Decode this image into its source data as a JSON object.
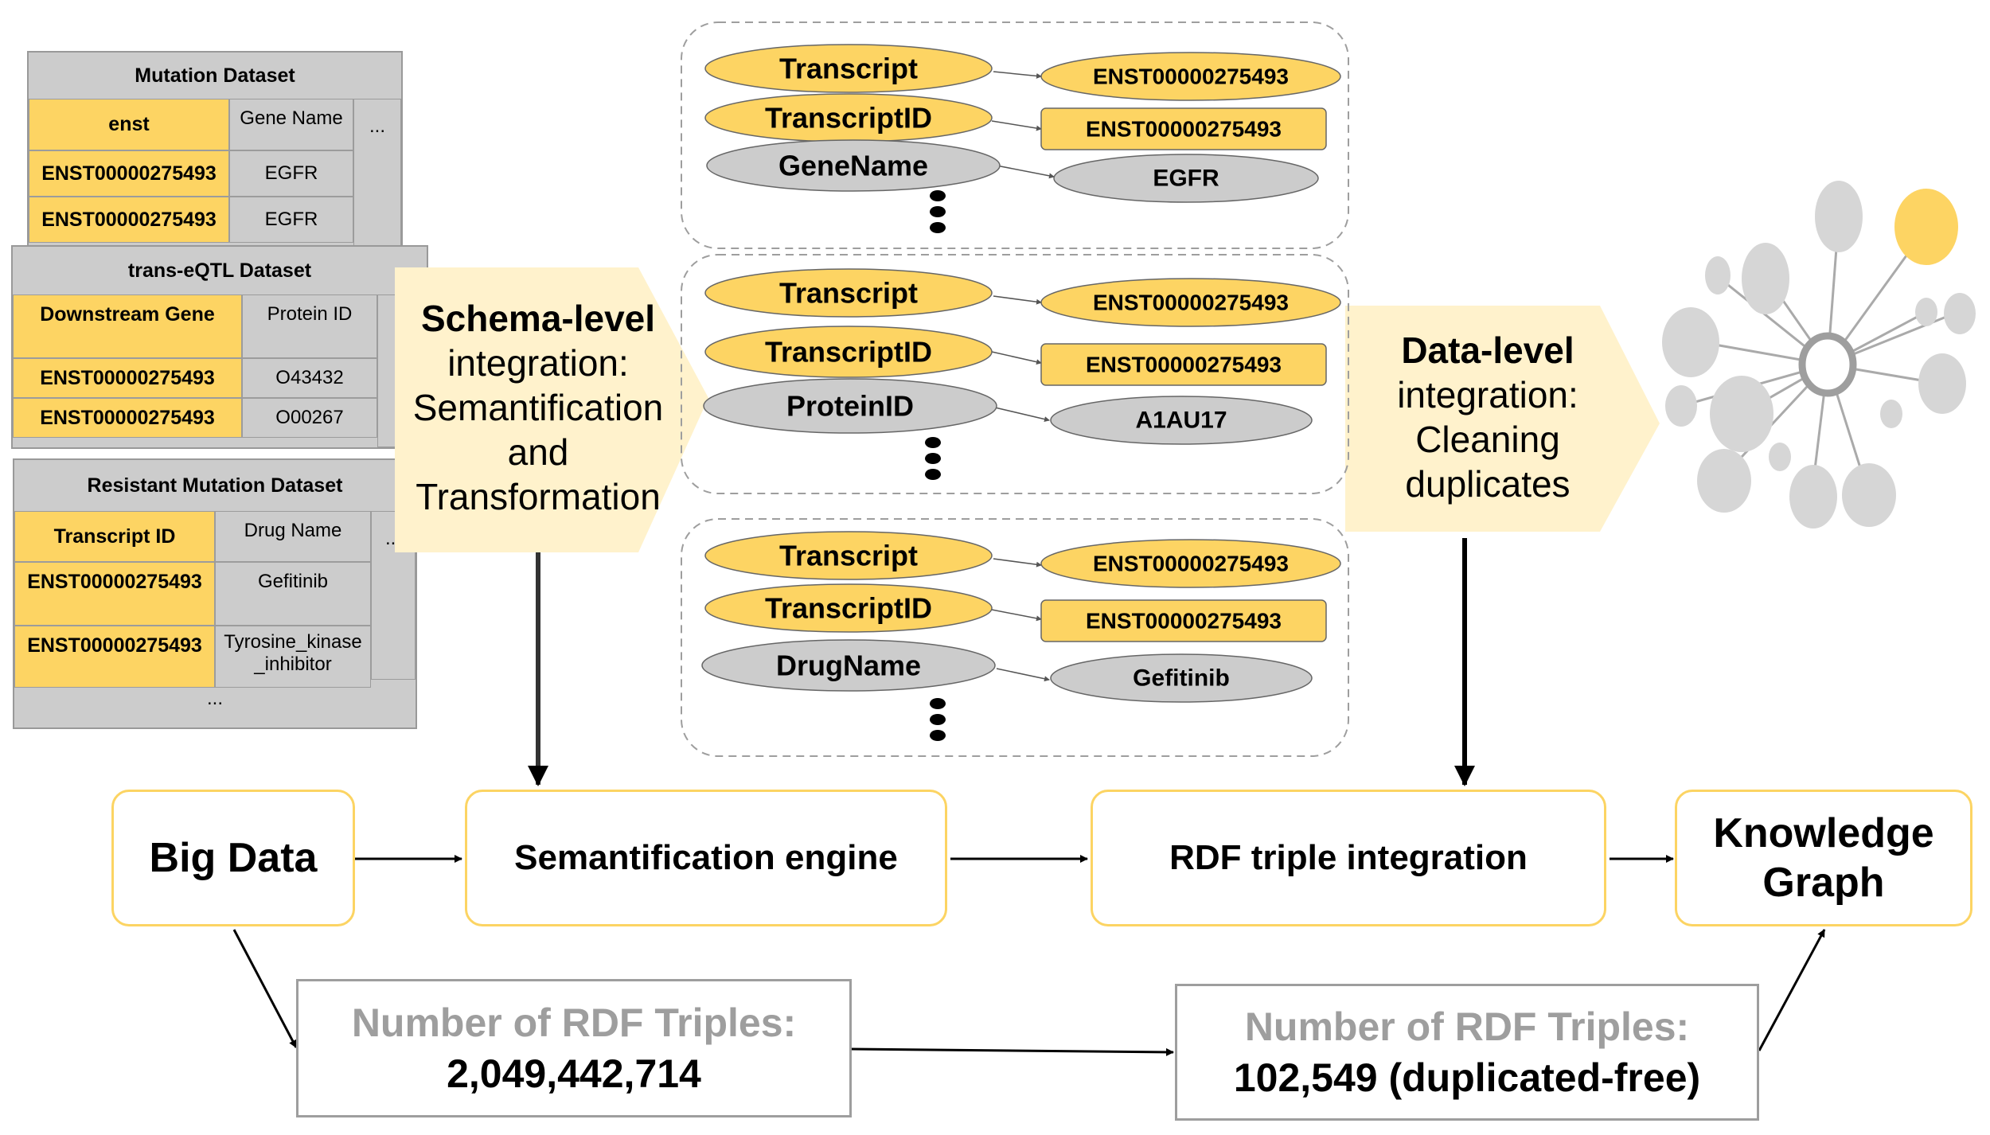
{
  "datasets": {
    "mutation": {
      "title": "Mutation Dataset",
      "headers": [
        "enst",
        "Gene Name"
      ],
      "rows": [
        [
          "ENST00000275493",
          "EGFR"
        ],
        [
          "ENST00000275493",
          "EGFR"
        ]
      ],
      "more": "..."
    },
    "eqtl": {
      "title": "trans-eQTL Dataset",
      "headers": [
        "Downstream Gene",
        "Protein  ID"
      ],
      "rows": [
        [
          "ENST00000275493",
          "O43432"
        ],
        [
          "ENST00000275493",
          "O00267"
        ]
      ]
    },
    "resistant": {
      "title": "Resistant Mutation Dataset",
      "headers": [
        "Transcript ID",
        "Drug Name"
      ],
      "rows": [
        [
          "ENST00000275493",
          "Gefitinib"
        ],
        [
          "ENST00000275493",
          "Tyrosine_kinase _inhibitor"
        ]
      ],
      "more_right": "...",
      "more_bottom": "..."
    }
  },
  "schema_arrow": {
    "bold": "Schema-level",
    "lines": [
      "integration:",
      "Semantification",
      "and",
      "Transformation"
    ]
  },
  "data_arrow": {
    "bold": "Data-level",
    "lines": [
      "integration:",
      "Cleaning",
      "duplicates"
    ]
  },
  "rdf_groups": [
    {
      "props": [
        "Transcript",
        "TranscriptID",
        "GeneName"
      ],
      "values": [
        "ENST00000275493",
        "ENST00000275493",
        "EGFR"
      ]
    },
    {
      "props": [
        "Transcript",
        "TranscriptID",
        "ProteinID"
      ],
      "values": [
        "ENST00000275493",
        "ENST00000275493",
        "A1AU17"
      ]
    },
    {
      "props": [
        "Transcript",
        "TranscriptID",
        "DrugName"
      ],
      "values": [
        "ENST00000275493",
        "ENST00000275493",
        "Gefitinib"
      ]
    }
  ],
  "pipeline": {
    "big_data": "Big Data",
    "semantification_engine": "Semantification engine",
    "rdf_triple_integration": "RDF triple integration",
    "knowledge_graph": [
      "Knowledge",
      "Graph"
    ]
  },
  "counts": {
    "raw": {
      "label": "Number of RDF Triples:",
      "value": "2,049,442,714"
    },
    "clean": {
      "label": "Number of RDF Triples:",
      "value": "102,549 (duplicated-free)"
    }
  },
  "colors": {
    "yellow": "#fdd463",
    "light_yellow": "#fff2cc",
    "gray": "#cccccc",
    "border_gray": "#9e9e9e",
    "graph_gray": "#d6d6d6"
  }
}
